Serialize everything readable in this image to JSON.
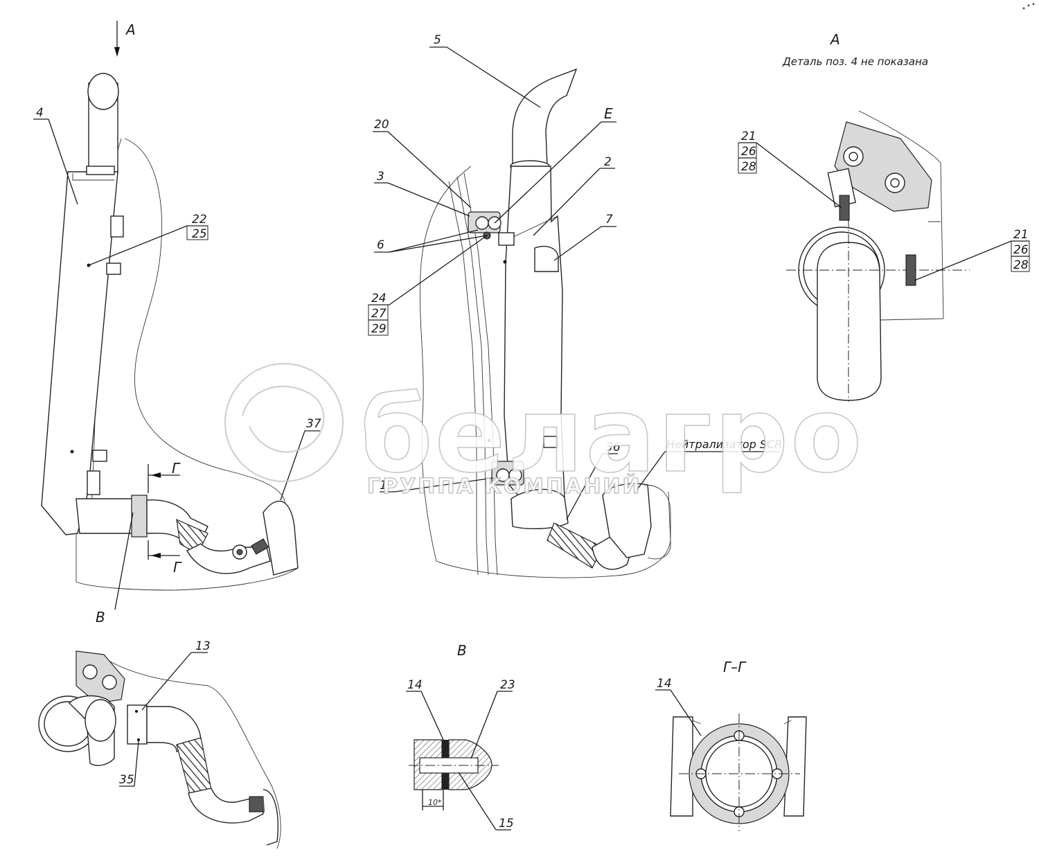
{
  "views": {
    "main_left": {
      "view_arrow": "А",
      "section_mark_top": "Г",
      "section_mark_bottom": "Г",
      "detail_mark": "В",
      "callouts": {
        "c4": "4",
        "c22": "22",
        "c25": "25",
        "c37": "37"
      }
    },
    "main_center": {
      "callouts": {
        "c5": "5",
        "cE": "Е",
        "c20": "20",
        "c3": "3",
        "c2": "2",
        "c7": "7",
        "c6": "6",
        "c24": "24",
        "c27": "27",
        "c29": "29",
        "c36": "36",
        "c1": "1"
      },
      "scr_label": "Нейтрализатор SCR"
    },
    "view_a": {
      "title": "А",
      "note": "Деталь поз. 4 не показана",
      "callouts_left": [
        "21",
        "26",
        "28"
      ],
      "callouts_right": [
        "21",
        "26",
        "28"
      ]
    },
    "bottom_left": {
      "callouts": {
        "c13": "13",
        "c35": "35"
      }
    },
    "view_b": {
      "title": "В",
      "callouts": {
        "c14": "14",
        "c23": "23",
        "c15": "15"
      },
      "dimension": "10*"
    },
    "section_g": {
      "title": "Г–Г",
      "callouts": {
        "c14": "14"
      }
    }
  },
  "watermark": {
    "brand": "белагро",
    "subtitle": "ГРУППА КОМПАНИЙ"
  }
}
